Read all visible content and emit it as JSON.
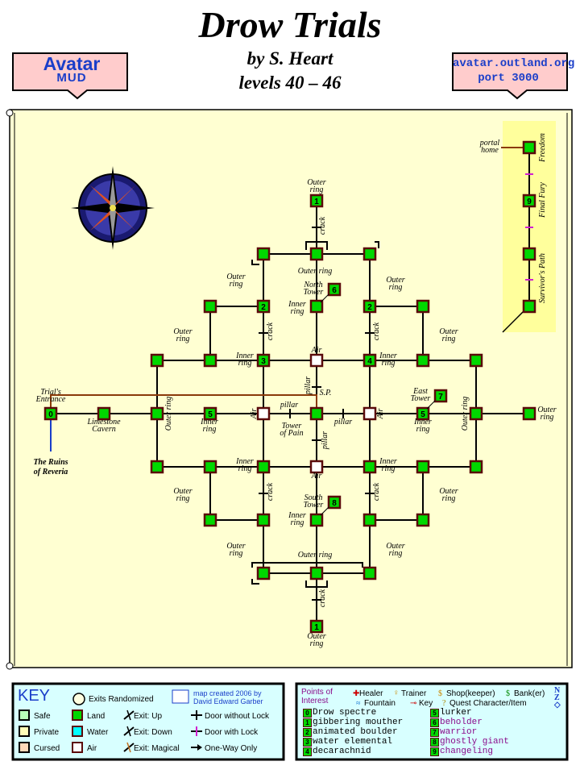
{
  "header": {
    "title": "Drow Trials",
    "author": "by S. Heart",
    "levels": "levels 40 – 46"
  },
  "banner_left": {
    "line1": "Avatar",
    "line2": "MUD"
  },
  "banner_right": {
    "line1": "avatar.outland.org",
    "line2": "port 3000"
  },
  "map": {
    "labels": {
      "outer_ring": "Outer ring",
      "outer": "Outer",
      "ring": "ring",
      "inner": "Inner",
      "crack": "crack",
      "air": "Air",
      "pillar": "pillar",
      "sp": "S.P.",
      "north": "North",
      "south": "South",
      "east": "East",
      "tower": "Tower",
      "tower_of": "Tower",
      "of_pain": "of Pain",
      "trials": "Trial's",
      "entrance": "Entrance",
      "limestone": "Limestone",
      "cavern": "Cavern",
      "ruins1": "The Ruins",
      "ruins2": "of Reveria",
      "portal": "portal",
      "home": "home",
      "freedom": "Freedom",
      "final_fury": "Final Fury",
      "survivors_path": "Survivor's Path"
    },
    "numbers": [
      "0",
      "1",
      "2",
      "3",
      "4",
      "5",
      "6",
      "7",
      "8",
      "9"
    ]
  },
  "key": {
    "title": "KEY",
    "exits_randomized": "Exits Randomized",
    "credit1": "map created 2006 by",
    "credit2": "David Edward Garber",
    "safe": "Safe",
    "private": "Private",
    "cursed": "Cursed",
    "land": "Land",
    "water": "Water",
    "air": "Air",
    "exit_up": "Exit: Up",
    "exit_down": "Exit: Down",
    "exit_magical": "Exit: Magical",
    "door_no_lock": "Door without Lock",
    "door_lock": "Door with Lock",
    "one_way": "One-Way Only"
  },
  "poi": {
    "title1": "Points of",
    "title2": "Interest",
    "healer": "Healer",
    "trainer": "Trainer",
    "shop": "Shop(keeper)",
    "bank": "Bank(er)",
    "fountain": "Fountain",
    "keyitem": "Key",
    "quest": "Quest Character/Item",
    "mobs": [
      {
        "n": "0",
        "name": "Drow spectre"
      },
      {
        "n": "1",
        "name": "gibbering mouther"
      },
      {
        "n": "2",
        "name": "animated boulder"
      },
      {
        "n": "3",
        "name": "water elemental"
      },
      {
        "n": "4",
        "name": "decarachnid"
      },
      {
        "n": "5",
        "name": "lurker"
      },
      {
        "n": "6",
        "name": "beholder"
      },
      {
        "n": "7",
        "name": "warrior"
      },
      {
        "n": "8",
        "name": "ghostly giant"
      },
      {
        "n": "9",
        "name": "changeling"
      }
    ]
  },
  "colors": {
    "parchment": "#ffffd2",
    "land": "#00d800",
    "room_border": "#5a0a0a",
    "blue_text": "#1a3ec9",
    "purple_text": "#8a0a8a",
    "portal_panel": "#ffff9c"
  }
}
